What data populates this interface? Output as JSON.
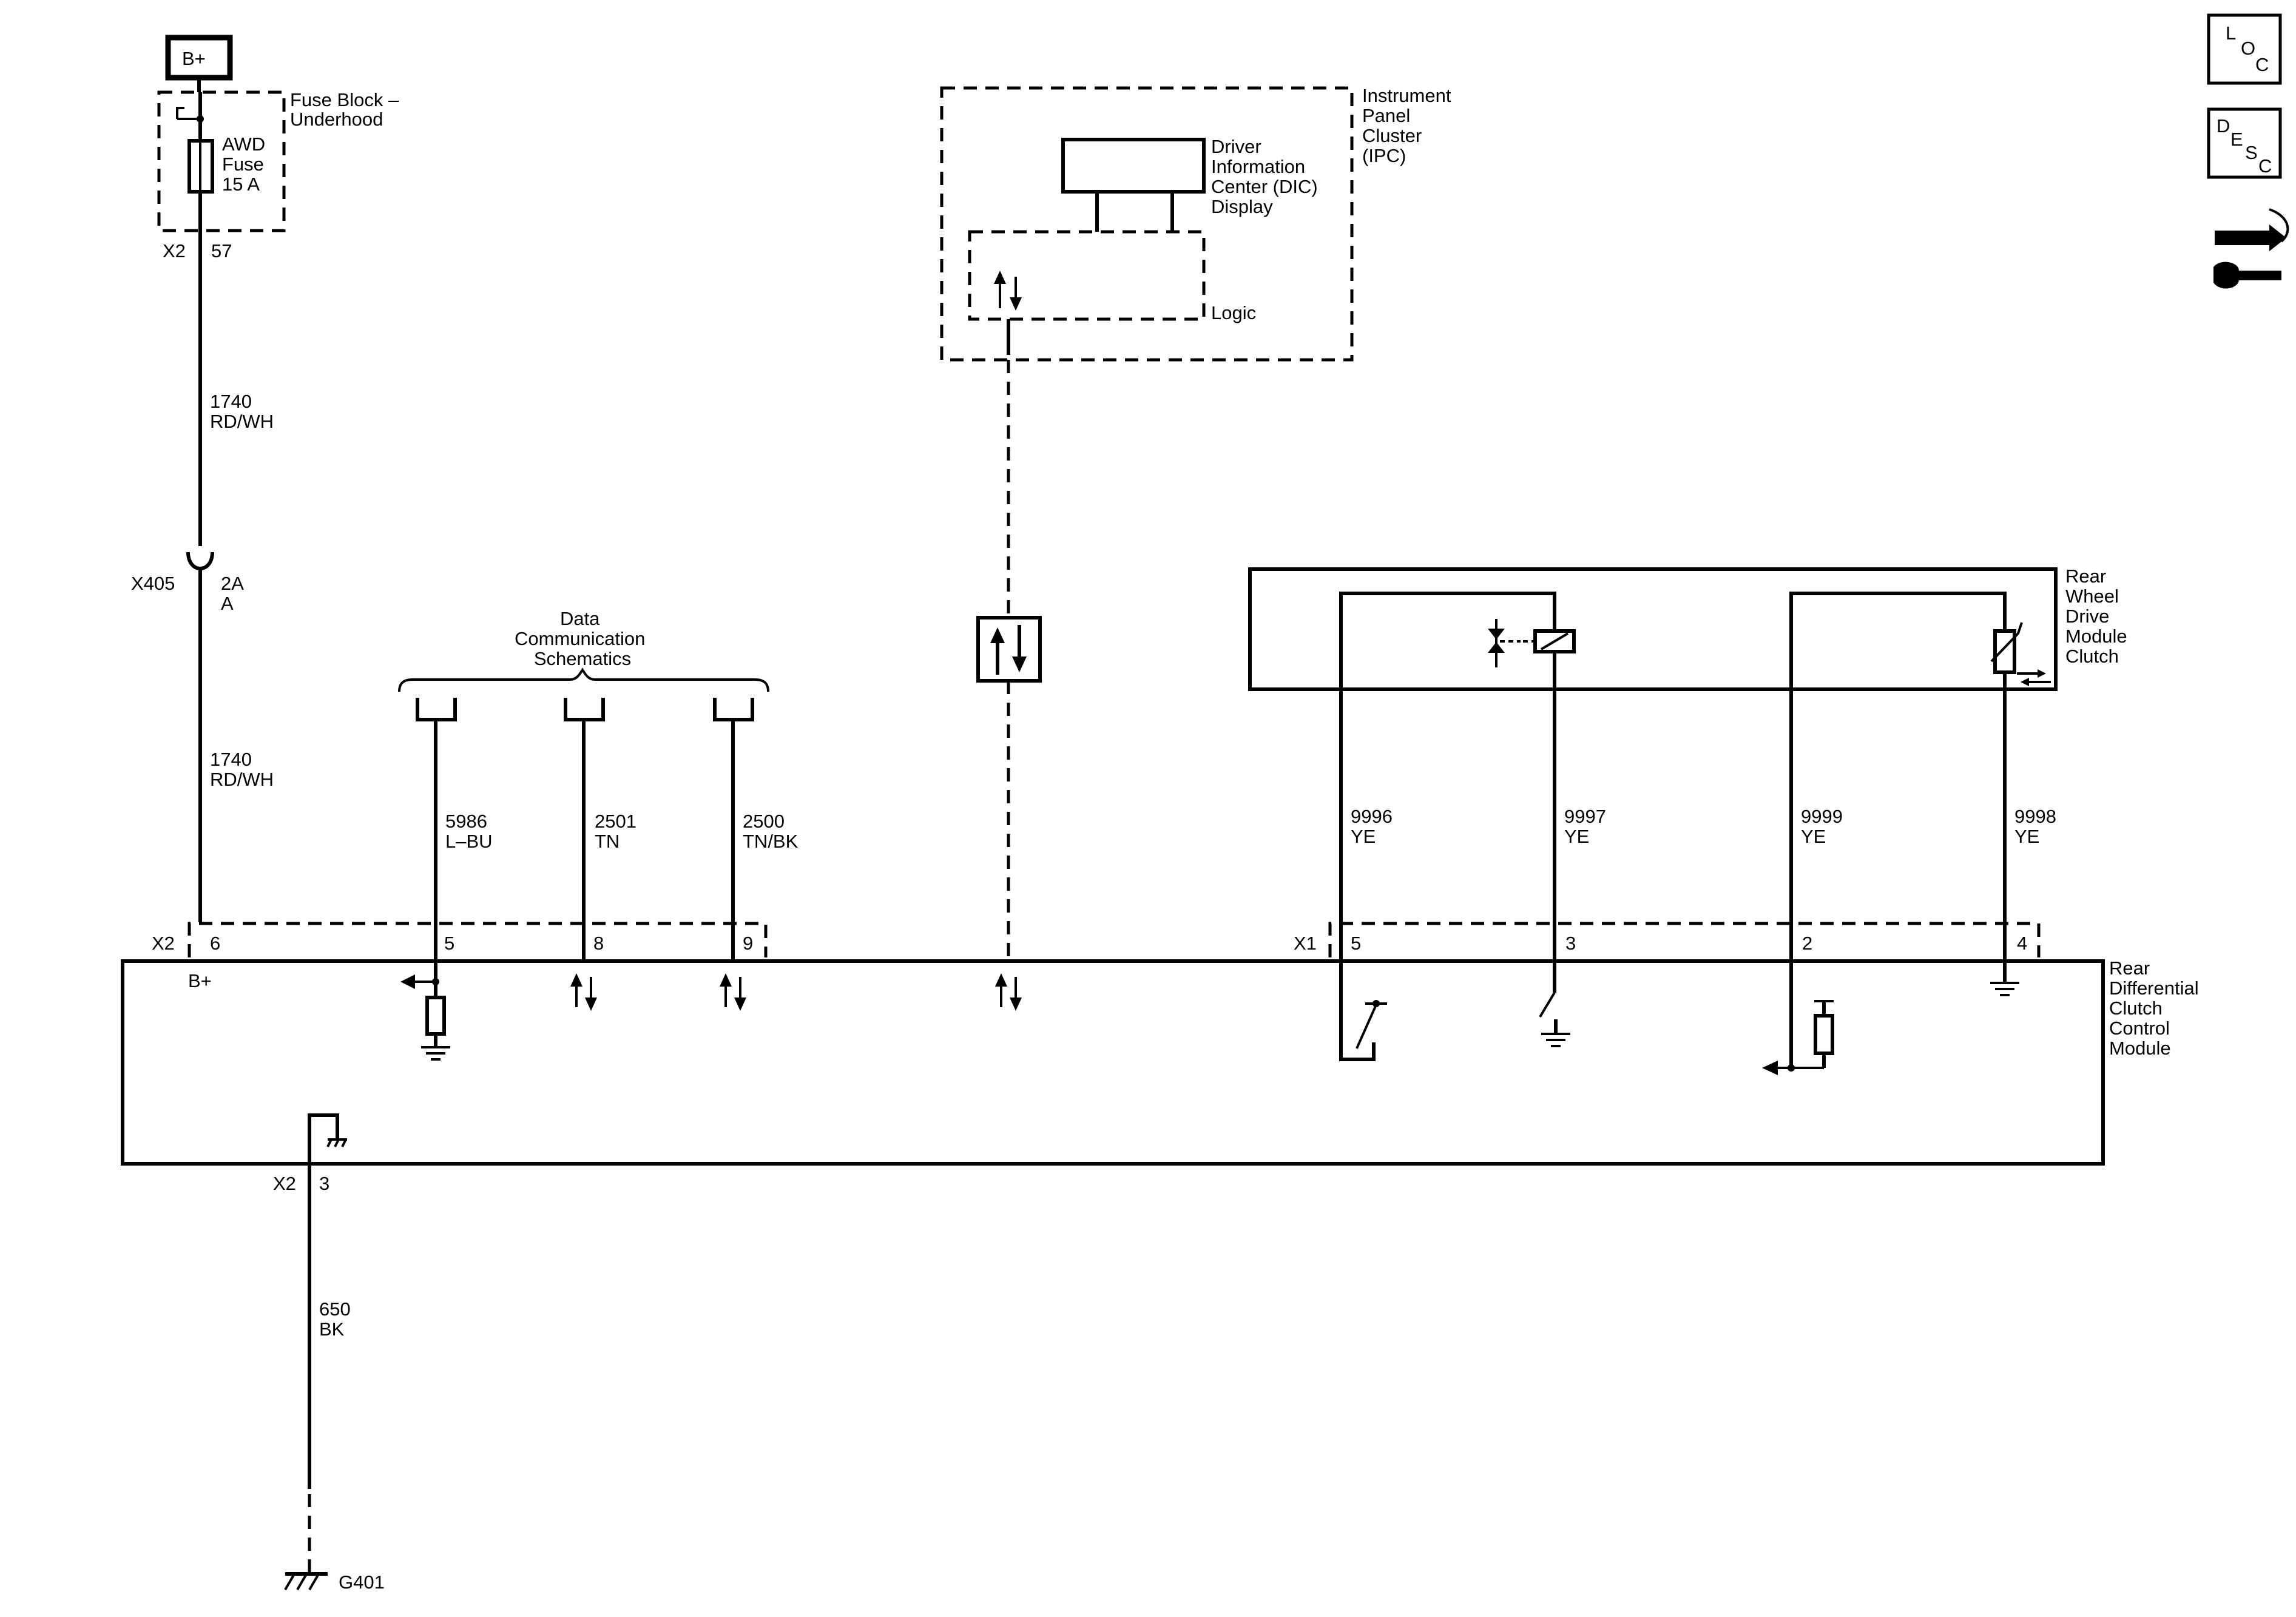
{
  "nav": {
    "loc": {
      "l": "L",
      "o": "O",
      "c": "C"
    },
    "desc": {
      "d": "D",
      "e": "E",
      "s": "S",
      "c": "C"
    }
  },
  "power": {
    "label": "B+"
  },
  "fuse_block": {
    "title": [
      "Fuse Block –",
      "Underhood"
    ],
    "fuse": [
      "AWD",
      "Fuse",
      "15 A"
    ],
    "connector": "X2",
    "pin": "57"
  },
  "wire_1740a": {
    "circuit": "1740",
    "color": "RD/WH"
  },
  "inline": {
    "connector": "X405",
    "pin": [
      "2A",
      "A"
    ]
  },
  "wire_1740b": {
    "circuit": "1740",
    "color": "RD/WH"
  },
  "ipc": {
    "title": [
      "Instrument",
      "Panel",
      "Cluster",
      "(IPC)"
    ],
    "dic": [
      "Driver",
      "Information",
      "Center (DIC)",
      "Display"
    ],
    "logic": "Logic"
  },
  "data_comm": {
    "title": [
      "Data",
      "Communication",
      "Schematics"
    ]
  },
  "wires_data": [
    {
      "circuit": "5986",
      "color": "L–BU",
      "pin": "5"
    },
    {
      "circuit": "2501",
      "color": "TN",
      "pin": "8"
    },
    {
      "circuit": "2500",
      "color": "TN/BK",
      "pin": "9"
    }
  ],
  "rwd": {
    "title": [
      "Rear",
      "Wheel",
      "Drive",
      "Module",
      "Clutch"
    ]
  },
  "wires_rwd": [
    {
      "circuit": "9996",
      "color": "YE",
      "pin": "5"
    },
    {
      "circuit": "9997",
      "color": "YE",
      "pin": "3"
    },
    {
      "circuit": "9999",
      "color": "YE",
      "pin": "2"
    },
    {
      "circuit": "9998",
      "color": "YE",
      "pin": "4"
    }
  ],
  "module": {
    "title": [
      "Rear",
      "Differential",
      "Clutch",
      "Control",
      "Module"
    ],
    "x2_connector": "X2",
    "x2_pin": "6",
    "x1_connector": "X1",
    "bplus": "B+",
    "gnd_connector": "X2",
    "gnd_pin": "3"
  },
  "wire_650": {
    "circuit": "650",
    "color": "BK"
  },
  "ground": {
    "label": "G401"
  }
}
